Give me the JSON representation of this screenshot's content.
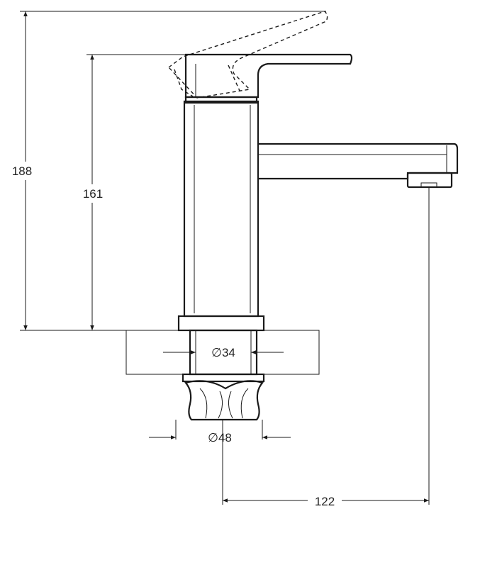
{
  "dimensions": {
    "total_height": "188",
    "body_height": "161",
    "inner_diameter": "∅34",
    "outer_diameter": "∅48",
    "spout_reach": "122"
  },
  "colors": {
    "line": "#1a1a1a",
    "hatch": "#555555",
    "background": "#ffffff"
  }
}
